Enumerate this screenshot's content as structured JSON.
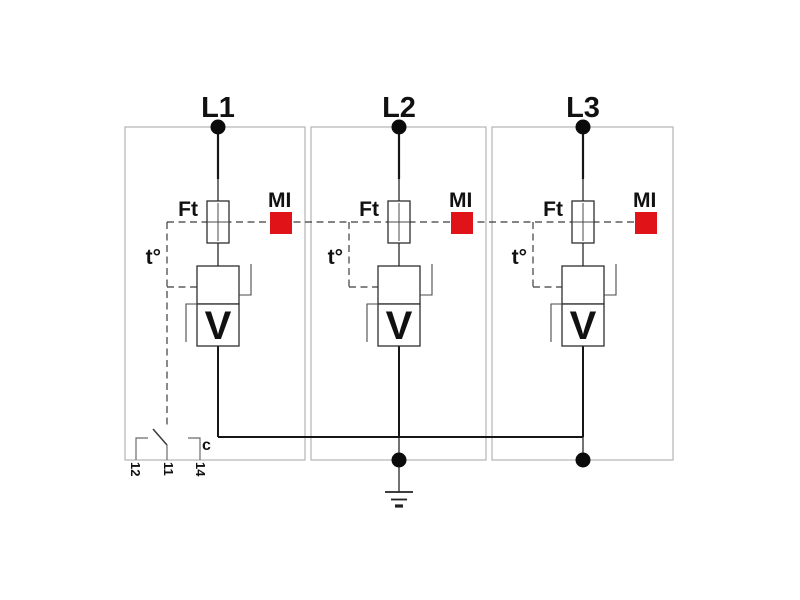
{
  "diagram": {
    "kind": "three-phase SPD circuit schematic",
    "phases": [
      {
        "line_label": "L1",
        "fuse_label": "Ft",
        "indicator_label": "MI",
        "temp_label": "t°",
        "varistor_label": "V"
      },
      {
        "line_label": "L2",
        "fuse_label": "Ft",
        "indicator_label": "MI",
        "temp_label": "t°",
        "varistor_label": "V"
      },
      {
        "line_label": "L3",
        "fuse_label": "Ft",
        "indicator_label": "MI",
        "temp_label": "t°",
        "varistor_label": "V"
      }
    ],
    "remote_contact": {
      "common_label": "c",
      "terminal_labels": [
        "12",
        "11",
        "14"
      ]
    },
    "colors": {
      "indicator_red": "#e01418",
      "wire_black": "#161616",
      "panel_gray": "#b4b4b4",
      "linkage_dash_gray": "#3c3c3c"
    }
  }
}
